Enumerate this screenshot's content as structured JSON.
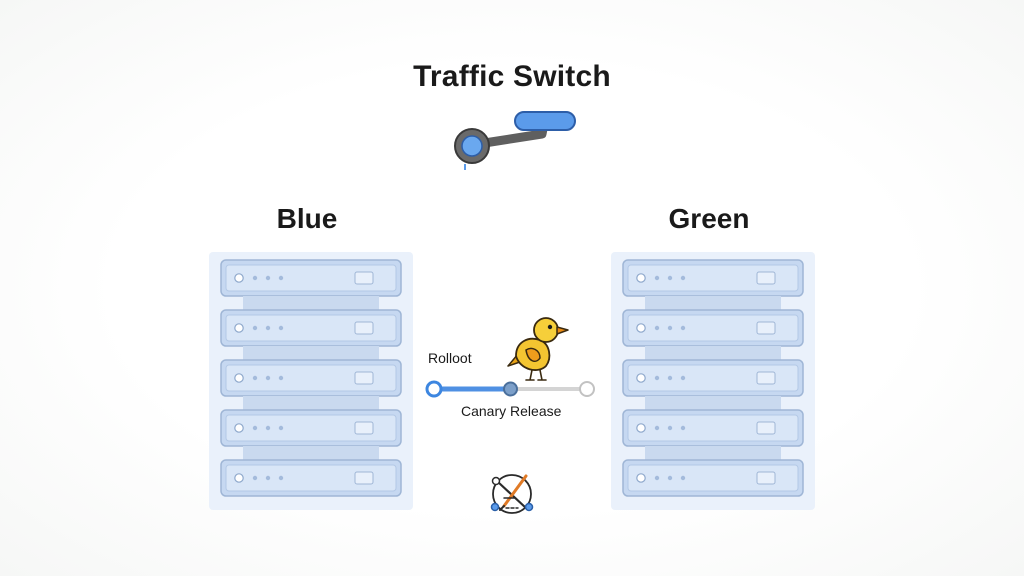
{
  "diagram": {
    "title": "Traffic Switch",
    "blue": {
      "label": "Blue",
      "servers": 5
    },
    "green": {
      "label": "Green",
      "servers": 5
    },
    "rollout": {
      "label": "Rolloot",
      "progress": 0.5,
      "caption": "Canary Release"
    },
    "icons": {
      "switch": "lever-switch-icon",
      "canary": "canary-bird-icon",
      "rollback": "rollback-tools-icon"
    },
    "colors": {
      "accent_blue": "#5b9bea",
      "server_fill": "#d9e6f7",
      "server_stroke": "#9fb6d6",
      "lever_gray": "#5f5f5f",
      "canary_yellow": "#f4c531"
    }
  }
}
